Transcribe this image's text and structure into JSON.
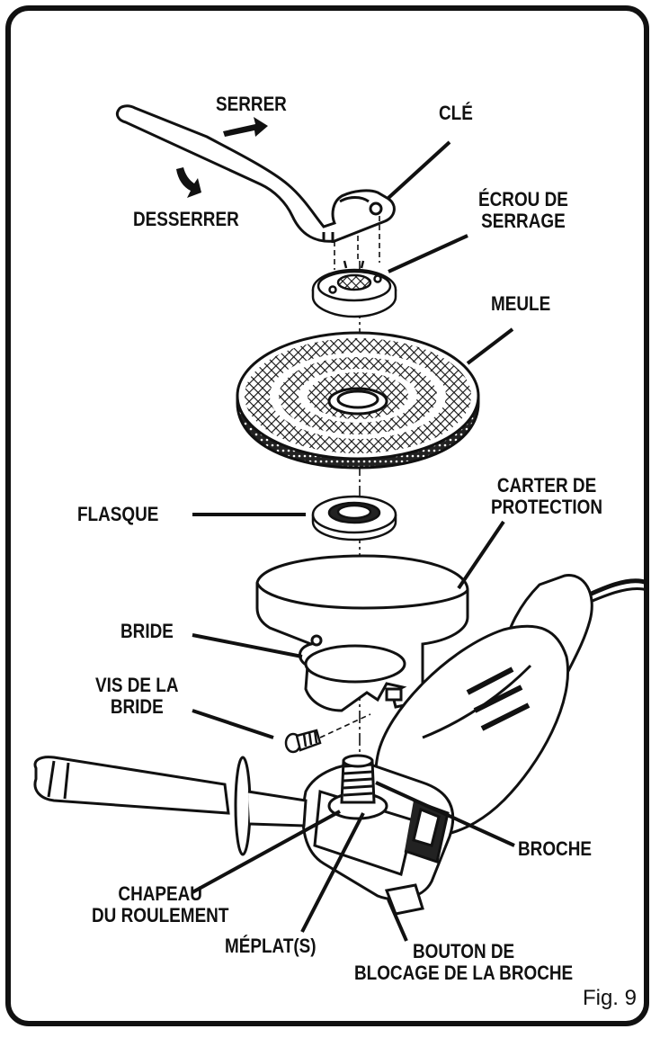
{
  "labels": {
    "serrer": "SERRER",
    "desserrer": "DESSERRER",
    "cle": "CLÉ",
    "ecrou": "ÉCROU DE\nSERRAGE",
    "meule": "MEULE",
    "carter": "CARTER DE\nPROTECTION",
    "flasque": "FLASQUE",
    "bride": "BRIDE",
    "vis": "VIS DE LA\nBRIDE",
    "broche": "BROCHE",
    "chapeau": "CHAPEAU\nDU ROULEMENT",
    "meplat": "MÉPLAT(S)",
    "bouton": "BOUTON DE\nBLOCAGE DE LA BROCHE"
  },
  "fig_label": "Fig. 9"
}
